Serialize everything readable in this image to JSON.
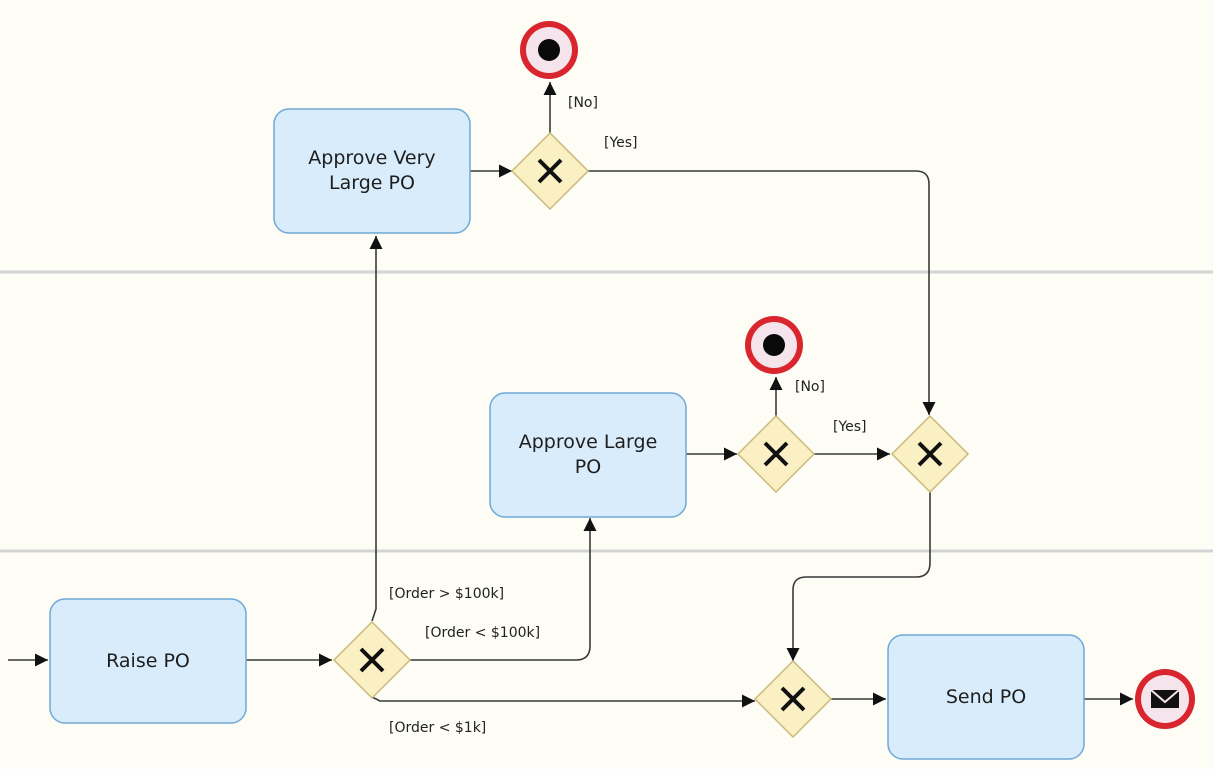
{
  "diagram": {
    "tasks": {
      "approve_very_large": "Approve Very Large PO",
      "approve_large": "Approve Large PO",
      "raise_po": "Raise PO",
      "send_po": "Send PO"
    },
    "labels": {
      "no_top": "[No]",
      "yes_top": "[Yes]",
      "no_mid": "[No]",
      "yes_mid": "[Yes]",
      "order_gt_100k": "[Order > $100k]",
      "order_lt_100k": "[Order < $100k]",
      "order_lt_1k": "[Order < $1k]"
    },
    "colors": {
      "background": "#fdfcf5",
      "task_fill": "#d8ecfb",
      "task_border": "#6fa8d6",
      "gateway_fill": "#fbf0c4",
      "end_event_ring": "#d9262e",
      "lane_divider": "#d4d4d4"
    },
    "icons": {
      "gateway": "exclusive-gateway-x-icon",
      "end_event": "end-event-icon",
      "message_end_event": "message-end-envelope-icon"
    }
  }
}
